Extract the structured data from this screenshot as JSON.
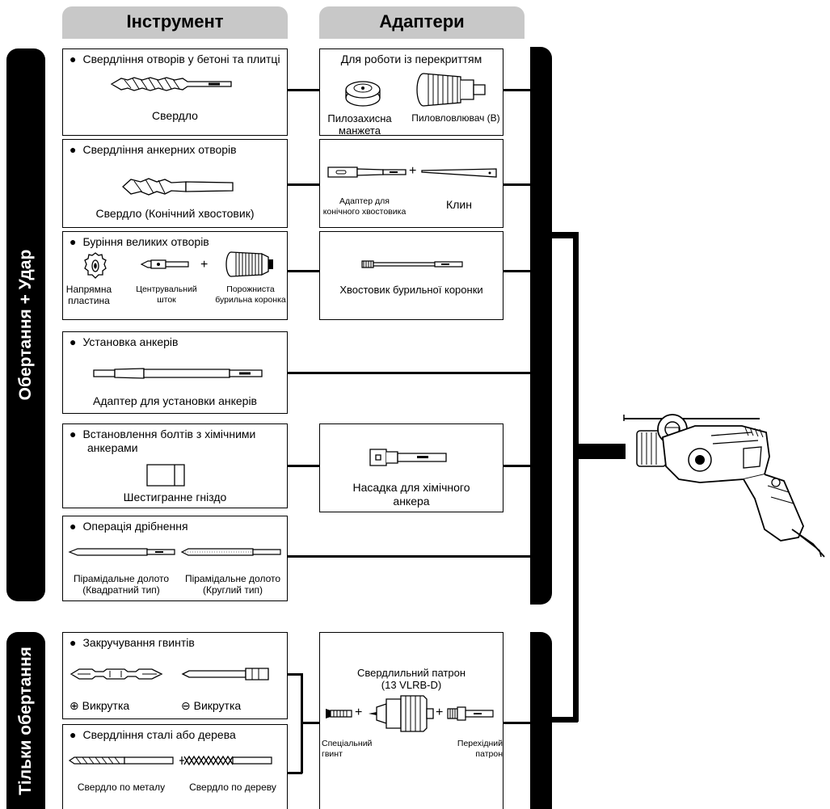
{
  "headers": {
    "tool": "Інструмент",
    "adapters": "Адаптери"
  },
  "sides": {
    "rotation_impact": "Обертання + Удар",
    "rotation_only": "Тільки обертання"
  },
  "tools": {
    "concrete": {
      "title": "Свердління отворів у бетоні та плитці",
      "label": "Свердло"
    },
    "anchor_holes": {
      "title": "Свердління анкерних отворів",
      "label": "Свердло (Конічний хвостовик)"
    },
    "large_holes": {
      "title": "Буріння великих отворів",
      "guide": [
        "Напрямна",
        "пластина"
      ],
      "center": [
        "Центрувальний",
        "шток"
      ],
      "core": [
        "Порожниста",
        "бурильна коронка"
      ]
    },
    "anchor_setting": {
      "title": "Установка анкерів",
      "label": "Адаптер для установки анкерів"
    },
    "chemical": {
      "title": [
        "Встановлення болтів з хімічними",
        "анкерами"
      ],
      "label": "Шестигранне гніздо"
    },
    "chipping": {
      "title": "Операція дрібнення",
      "square": [
        "Пірамідальне долото",
        "(Квадратний тип)"
      ],
      "round": [
        "Пірамідальне долото",
        "(Круглий тип)"
      ]
    },
    "screws": {
      "title": "Закручування гвинтів",
      "plus": "Викрутка",
      "minus": "Викрутка"
    },
    "steel_wood": {
      "title": "Свердління сталі або дерева",
      "metal": "Свердло по металу",
      "wood": "Свердло по дереву"
    }
  },
  "adapters": {
    "ceiling": {
      "title": "Для роботи із перекриттям",
      "cup": [
        "Пилозахисна",
        "манжета"
      ],
      "collector": "Пиловловлювач (В)"
    },
    "taper": {
      "adapter": [
        "Адаптер для",
        "конічного хвостовика"
      ],
      "wedge": "Клин"
    },
    "core_shank": {
      "label": "Хвостовик бурильної коронки"
    },
    "chem_adapter": {
      "label": [
        "Насадка для хімічного",
        "анкера"
      ]
    },
    "chuck": {
      "title": [
        "Свердлильний патрон",
        "(13 VLRB-D)"
      ],
      "screw": [
        "Спеціальний",
        "гвинт"
      ],
      "adapter": [
        "Перехідний",
        "патрон"
      ]
    }
  },
  "symbols": {
    "plus": "+"
  }
}
